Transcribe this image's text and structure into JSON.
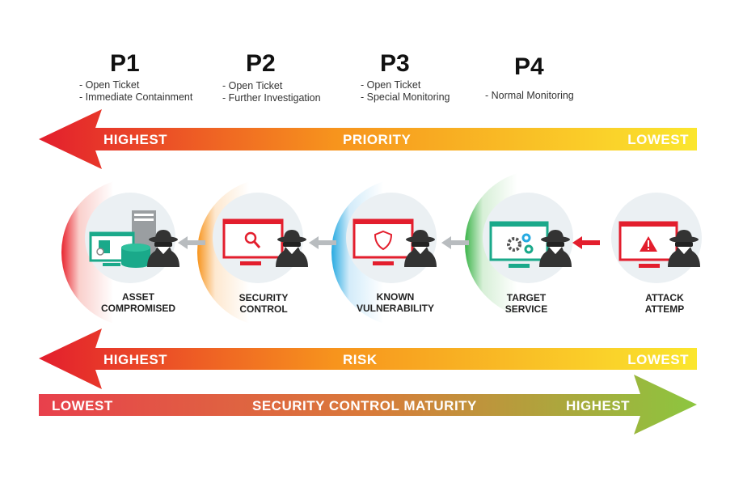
{
  "priorities": [
    {
      "title": "P1",
      "items": [
        "- Open Ticket",
        "- Immediate Containment"
      ]
    },
    {
      "title": "P2",
      "items": [
        "- Open Ticket",
        "- Further Investigation"
      ]
    },
    {
      "title": "P3",
      "items": [
        "- Open Ticket",
        "- Special Monitoring"
      ]
    },
    {
      "title": "P4",
      "items": [
        "- Normal Monitoring"
      ]
    }
  ],
  "priority_bar": {
    "left": "HIGHEST",
    "center": "PRIORITY",
    "right": "LOWEST"
  },
  "risk_bar": {
    "left": "HIGHEST",
    "center": "RISK",
    "right": "LOWEST"
  },
  "maturity_bar": {
    "left": "LOWEST",
    "center": "SECURITY CONTROL MATURITY",
    "right": "HIGHEST"
  },
  "stages": [
    {
      "line1": "ASSET",
      "line2": "COMPROMISED",
      "icon": "database-server-icon"
    },
    {
      "line1": "SECURITY",
      "line2": "CONTROL",
      "icon": "magnifier-monitor-icon"
    },
    {
      "line1": "KNOWN",
      "line2": "VULNERABILITY",
      "icon": "shield-monitor-icon"
    },
    {
      "line1": "TARGET",
      "line2": "SERVICE",
      "icon": "gears-monitor-icon"
    },
    {
      "line1": "ATTACK",
      "line2": "ATTEMP",
      "icon": "warning-monitor-icon"
    }
  ],
  "colors": {
    "red": "#e31e2d",
    "orange": "#f7941d",
    "yellow": "#fbe232",
    "green": "#8cc63f",
    "teal": "#1aa98a",
    "blue": "#27aae1"
  }
}
